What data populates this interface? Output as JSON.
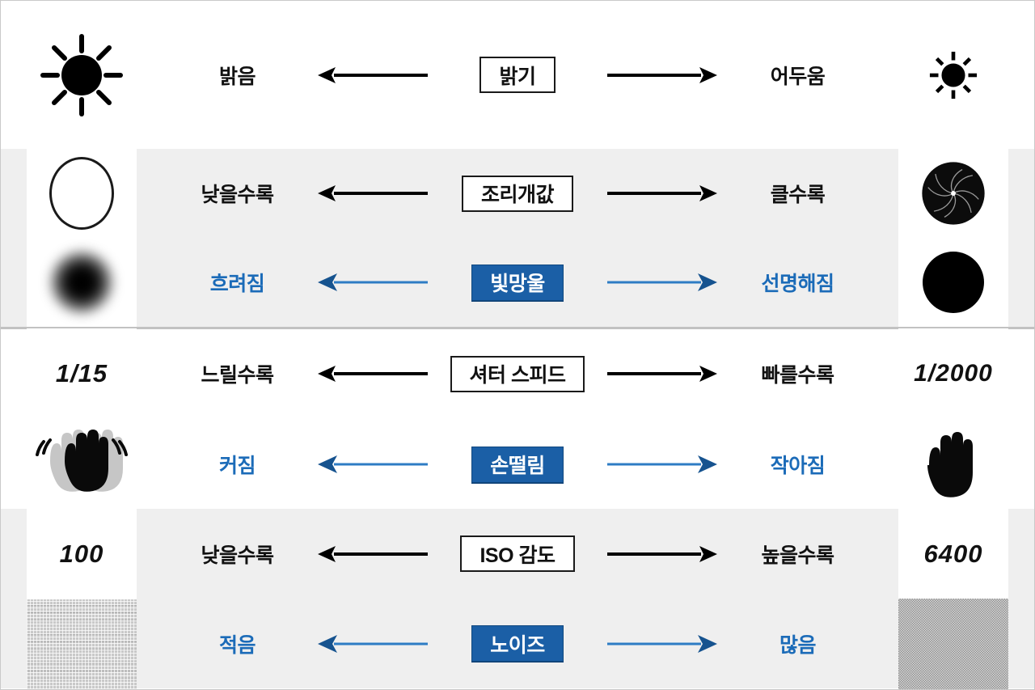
{
  "diagram": {
    "title_semantic": "camera-exposure-triangle-comparison",
    "colors": {
      "blue_fill": "#1B5FA6",
      "blue_text": "#1B6BB8",
      "black": "#111111",
      "band_gray": "#efefef",
      "band_white": "#ffffff"
    }
  },
  "rows": [
    {
      "id": "brightness",
      "band": "white",
      "lines": [
        {
          "style": "black",
          "left_tile": "sun-large-icon",
          "left_label": "밝음",
          "center_label": "밝기",
          "center_style": "outline",
          "right_label": "어두움",
          "right_tile": "sun-small-icon",
          "left_arrow": "arrow-left",
          "right_arrow": "arrow-right"
        }
      ]
    },
    {
      "id": "aperture",
      "band": "gray",
      "lines": [
        {
          "style": "black",
          "left_tile": "open-circle-icon",
          "left_label": "낮을수록",
          "center_label": "조리개값",
          "center_style": "outline",
          "right_label": "클수록",
          "right_tile": "aperture-blades-icon",
          "left_arrow": "arrow-left",
          "right_arrow": "arrow-right"
        },
        {
          "style": "blue",
          "left_tile": "blurred-bokeh-icon",
          "left_label": "흐려짐",
          "center_label": "빛망울",
          "center_style": "filled",
          "right_label": "선명해짐",
          "right_tile": "sharp-dot-icon",
          "left_arrow": "arrow-left",
          "right_arrow": "arrow-right"
        }
      ]
    },
    {
      "id": "shutter-speed",
      "band": "white",
      "lines": [
        {
          "style": "black",
          "left_tile": "1/15",
          "left_tile_kind": "text",
          "left_label": "느릴수록",
          "center_label": "셔터 스피드",
          "center_style": "outline",
          "right_label": "빠를수록",
          "right_tile": "1/2000",
          "right_tile_kind": "text",
          "left_arrow": "arrow-left",
          "right_arrow": "arrow-right"
        },
        {
          "style": "blue",
          "left_tile": "shaking-hand-icon",
          "left_label": "커짐",
          "center_label": "손떨림",
          "center_style": "filled",
          "right_label": "작아짐",
          "right_tile": "steady-hand-icon",
          "left_arrow": "arrow-left",
          "right_arrow": "arrow-right"
        }
      ]
    },
    {
      "id": "iso",
      "band": "gray",
      "lines": [
        {
          "style": "black",
          "left_tile": "100",
          "left_tile_kind": "text",
          "left_label": "낮을수록",
          "center_label": "ISO 감도",
          "center_style": "outline",
          "right_label": "높을수록",
          "right_tile": "6400",
          "right_tile_kind": "text",
          "left_arrow": "arrow-left",
          "right_arrow": "arrow-right"
        },
        {
          "style": "blue",
          "left_tile": "low-noise-texture",
          "left_label": "적음",
          "center_label": "노이즈",
          "center_style": "filled",
          "right_label": "많음",
          "right_tile": "high-noise-texture",
          "left_arrow": "arrow-left",
          "right_arrow": "arrow-right"
        }
      ]
    }
  ]
}
